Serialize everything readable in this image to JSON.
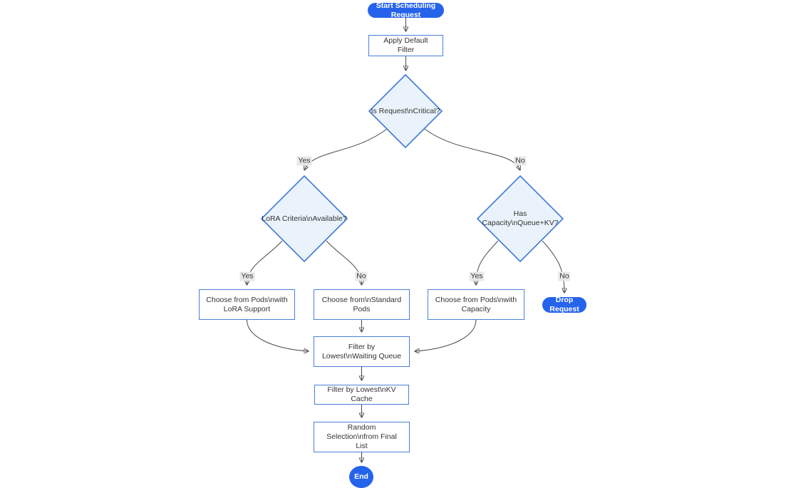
{
  "diagram": {
    "type": "flowchart",
    "direction": "top-down",
    "nodes": {
      "start": {
        "shape": "pill",
        "label": "Start Scheduling Request"
      },
      "apply_filter": {
        "shape": "process",
        "label": "Apply Default Filter"
      },
      "is_critical": {
        "shape": "decision",
        "label": "Is Request\\nCritical?"
      },
      "lora_criteria": {
        "shape": "decision",
        "label": "LoRA Criteria\\nAvailable?"
      },
      "has_capacity": {
        "shape": "decision",
        "label": "Has Capacity\\nQueue+KV?"
      },
      "choose_lora": {
        "shape": "process",
        "label": "Choose from Pods\\nwith LoRA Support"
      },
      "choose_standard": {
        "shape": "process",
        "label": "Choose from\\nStandard Pods"
      },
      "choose_capacity": {
        "shape": "process",
        "label": "Choose from Pods\\nwith Capacity"
      },
      "drop_request": {
        "shape": "pill",
        "label": "Drop Request"
      },
      "filter_queue": {
        "shape": "process",
        "label": "Filter by Lowest\\nWaiting Queue"
      },
      "filter_kv": {
        "shape": "process",
        "label": "Filter by Lowest\\nKV Cache"
      },
      "random_selection": {
        "shape": "process",
        "label": "Random Selection\\nfrom Final List"
      },
      "end": {
        "shape": "circle",
        "label": "End"
      }
    },
    "edge_labels": {
      "critical_yes": "Yes",
      "critical_no": "No",
      "lora_yes": "Yes",
      "lora_no": "No",
      "capacity_yes": "Yes",
      "capacity_no": "No"
    },
    "colors": {
      "terminator_fill": "#2563eb",
      "terminator_text": "#ffffff",
      "process_fill": "#ffffff",
      "process_border": "#4a7fd9",
      "decision_fill": "#eaf3fc",
      "decision_border": "#3d7ad6",
      "edge_stroke": "#4a4a4a",
      "node_text": "#333333",
      "edge_label_bg": "#e8e8e8"
    }
  }
}
